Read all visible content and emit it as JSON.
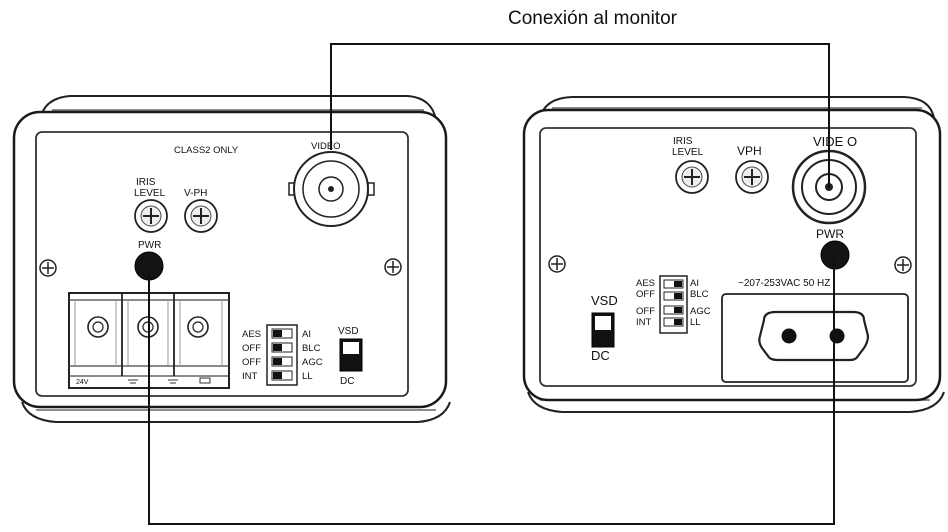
{
  "title": "Conexión al monitor",
  "left_camera": {
    "class_note": "CLASS2 ONLY",
    "video_label": "VIDEO",
    "iris_label_1": "IRIS",
    "iris_label_2": "LEVEL",
    "vph_label": "V-PH",
    "pwr_label": "PWR",
    "switch_left": [
      "AES",
      "OFF",
      "OFF",
      "INT"
    ],
    "switch_right": [
      "AI",
      "BLC",
      "AGC",
      "LL"
    ],
    "vsd_top": "VSD",
    "vsd_bottom": "DC",
    "terminal_labels": [
      "24V",
      "",
      "",
      ""
    ]
  },
  "right_camera": {
    "iris_label_1": "IRIS",
    "iris_label_2": "LEVEL",
    "vph_label": "VPH",
    "video_label": "VIDE O",
    "pwr_label": "PWR",
    "voltage_label": "~207-253VAC 50 HZ",
    "switch_left": [
      "AES",
      "OFF",
      "OFF",
      "INT"
    ],
    "switch_right": [
      "AI",
      "BLC",
      "AGC",
      "LL"
    ],
    "vsd_top": "VSD",
    "vsd_bottom": "DC"
  }
}
